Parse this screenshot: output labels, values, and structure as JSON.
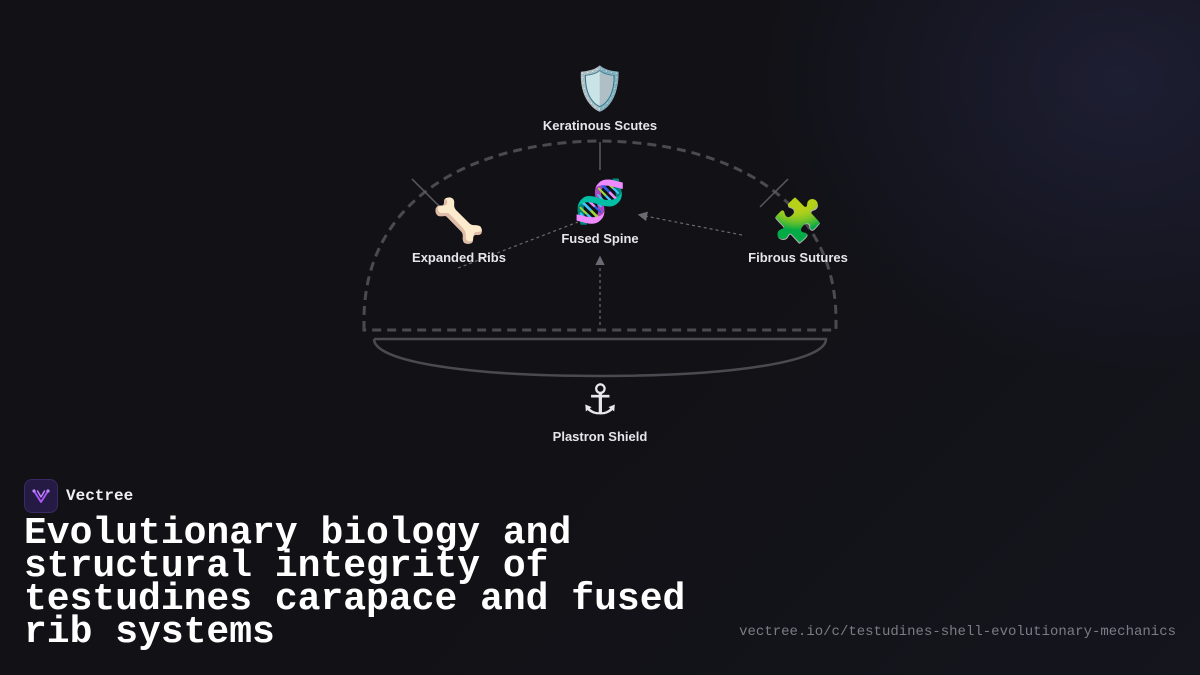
{
  "diagram": {
    "nodes": [
      {
        "id": "keratinous-scutes",
        "label": "Keratinous Scutes",
        "icon": "shield-icon",
        "glyph": "🛡️"
      },
      {
        "id": "fused-spine",
        "label": "Fused Spine",
        "icon": "dna-icon",
        "glyph": "🧬"
      },
      {
        "id": "expanded-ribs",
        "label": "Expanded Ribs",
        "icon": "bone-icon",
        "glyph": "🦴"
      },
      {
        "id": "fibrous-sutures",
        "label": "Fibrous Sutures",
        "icon": "puzzle-piece-icon",
        "glyph": "🧩"
      },
      {
        "id": "plastron-shield",
        "label": "Plastron Shield",
        "icon": "anchor-icon",
        "glyph": "⚓"
      }
    ],
    "colors": {
      "shell_outline": "#4a4a50",
      "connector": "#6a6a72",
      "background": "#111116"
    }
  },
  "brand": {
    "name": "Vectree",
    "logo_icon": "vectree-logo-icon",
    "logo_color": "#a855f7"
  },
  "title": "Evolutionary biology and structural integrity of testudines carapace and fused rib systems",
  "url": "vectree.io/c/testudines-shell-evolutionary-mechanics"
}
